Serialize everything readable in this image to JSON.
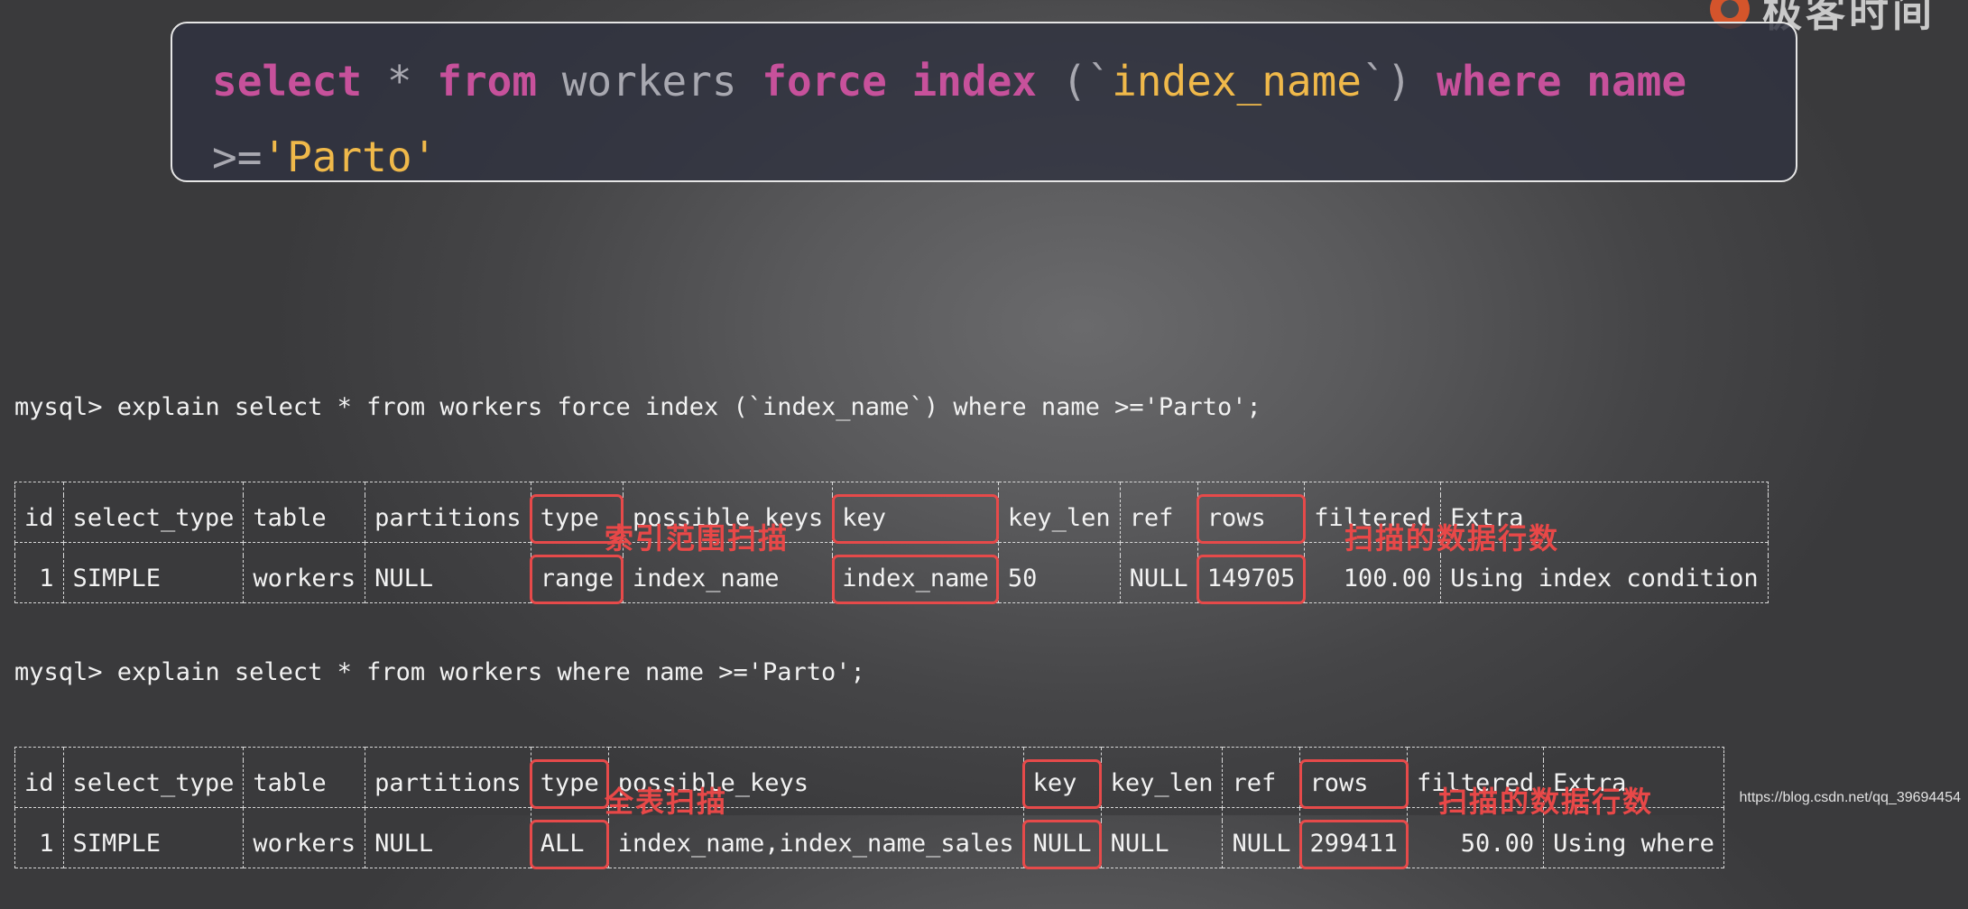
{
  "logo": {
    "text": "极客时间"
  },
  "code": {
    "line1": [
      {
        "t": "select",
        "k": "kw"
      },
      {
        "t": " * ",
        "k": "plain"
      },
      {
        "t": "from",
        "k": "kw"
      },
      {
        "t": " workers ",
        "k": "plain"
      },
      {
        "t": "force",
        "k": "kw"
      },
      {
        "t": " ",
        "k": "plain"
      },
      {
        "t": "index",
        "k": "kw"
      },
      {
        "t": " (`",
        "k": "plain"
      },
      {
        "t": "index_name",
        "k": "str"
      },
      {
        "t": "`) ",
        "k": "plain"
      },
      {
        "t": "where",
        "k": "kw"
      },
      {
        "t": " name",
        "k": "kw"
      }
    ],
    "line2": [
      {
        "t": ">=",
        "k": "plain"
      },
      {
        "t": "'Parto'",
        "k": "str"
      }
    ]
  },
  "query1": {
    "prompt": "mysql> explain select * from workers force index (`index_name`) where name >='Parto';",
    "headers": [
      "id",
      "select_type",
      "table",
      "partitions",
      "type",
      "possible_keys",
      "key",
      "key_len",
      "ref",
      "rows",
      "filtered",
      "Extra"
    ],
    "row": [
      "1",
      "SIMPLE",
      "workers",
      "NULL",
      "range",
      "index_name",
      "index_name",
      "50",
      "NULL",
      "149705",
      "100.00",
      "Using index condition"
    ],
    "annot_type": "索引范围扫描",
    "annot_rows": "扫描的数据行数"
  },
  "query2": {
    "prompt": "mysql> explain select * from workers where name >='Parto';",
    "headers": [
      "id",
      "select_type",
      "table",
      "partitions",
      "type",
      "possible_keys",
      "key",
      "key_len",
      "ref",
      "rows",
      "filtered",
      "Extra"
    ],
    "row": [
      "1",
      "SIMPLE",
      "workers",
      "NULL",
      "ALL",
      "index_name,index_name_sales",
      "NULL",
      "NULL",
      "NULL",
      "299411",
      "50.00",
      "Using where"
    ],
    "annot_type": "全表扫描",
    "annot_rows": "扫描的数据行数"
  },
  "watermark": "https://blog.csdn.net/qq_39694454",
  "colors": {
    "keyword": "#c7519b",
    "string": "#f0b94a",
    "highlight": "#e64a4a",
    "annotation": "#e84848"
  }
}
